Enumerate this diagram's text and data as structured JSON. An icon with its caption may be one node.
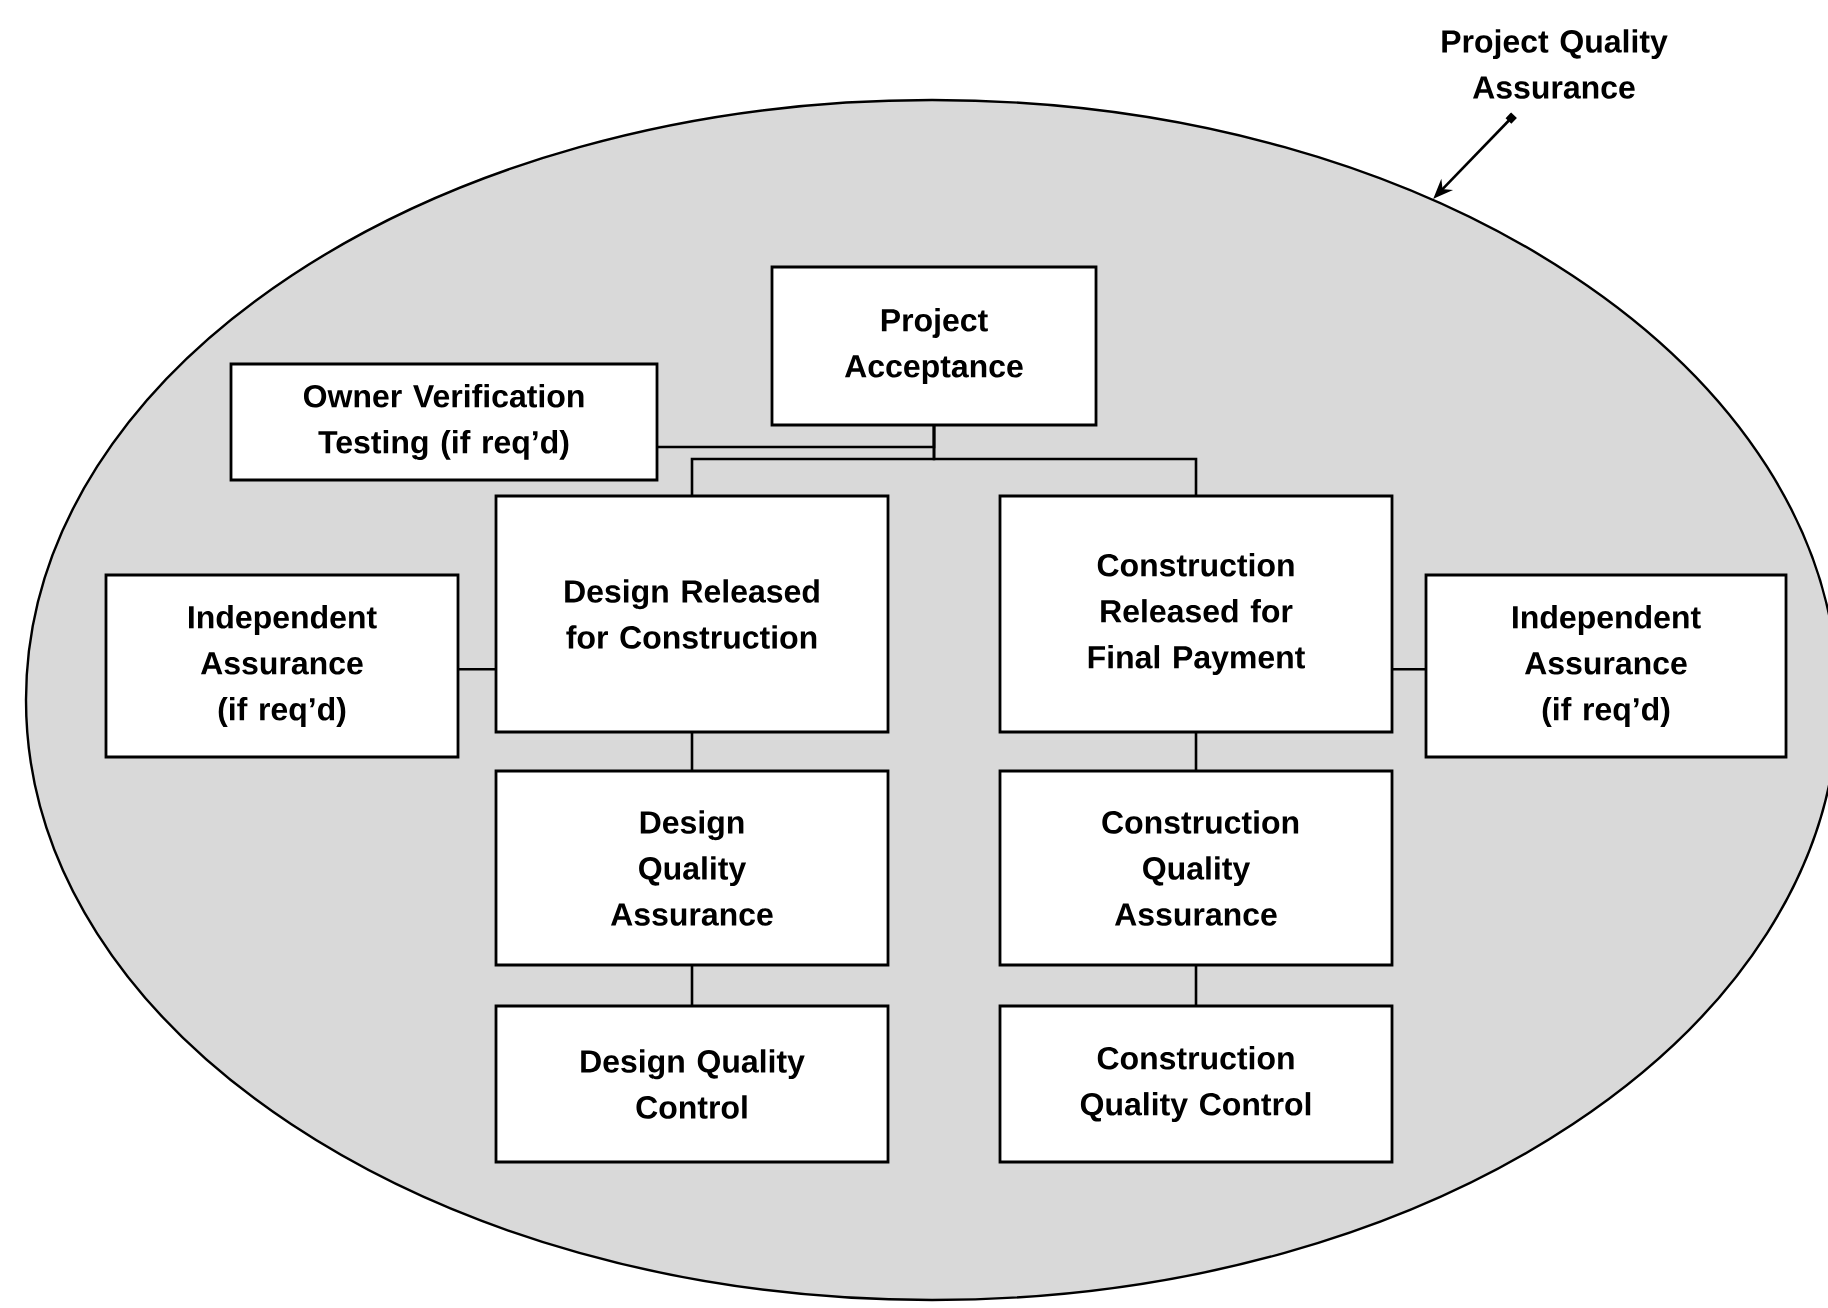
{
  "diagram": {
    "nodes": [
      {
        "text": [
          "Project Quality Assurance"
        ]
      },
      {
        "text": [],
        "shape": "ellipse"
      },
      {
        "text": [
          "Project Acceptance"
        ],
        "in": 1
      },
      {
        "text": [
          "Owner Verification Testing (if req’d)"
        ],
        "in": 1
      },
      {
        "text": [
          "Design Released for Construction"
        ],
        "in": 1
      },
      {
        "text": [
          "Construction Released for Final Payment"
        ],
        "in": 1
      },
      {
        "text": [
          "Independent Assurance (if req’d)"
        ],
        "in": 1
      },
      {
        "text": [
          "Independent Assurance (if req’d)"
        ],
        "in": 1
      },
      {
        "text": [
          "Design Quality Assurance"
        ],
        "in": 1
      },
      {
        "text": [
          "Construction Quality Assurance"
        ],
        "in": 1
      },
      {
        "text": [
          "Design Quality Control"
        ],
        "in": 1
      },
      {
        "text": [
          "Construction Quality Control"
        ],
        "in": 1
      }
    ],
    "edges": [
      {
        "from": 0,
        "to": 1,
        "arrow": "to"
      },
      {
        "from": 2,
        "to": 3,
        "arrow": "none"
      },
      {
        "from": 2,
        "to": 4,
        "arrow": "none"
      },
      {
        "from": 2,
        "to": 5,
        "arrow": "none"
      },
      {
        "from": 6,
        "to": 4,
        "arrow": "none"
      },
      {
        "from": 5,
        "to": 7,
        "arrow": "none"
      },
      {
        "from": 4,
        "to": 8,
        "arrow": "none"
      },
      {
        "from": 8,
        "to": 10,
        "arrow": "none"
      },
      {
        "from": 5,
        "to": 9,
        "arrow": "none"
      },
      {
        "from": 9,
        "to": 11,
        "arrow": "none"
      }
    ]
  }
}
